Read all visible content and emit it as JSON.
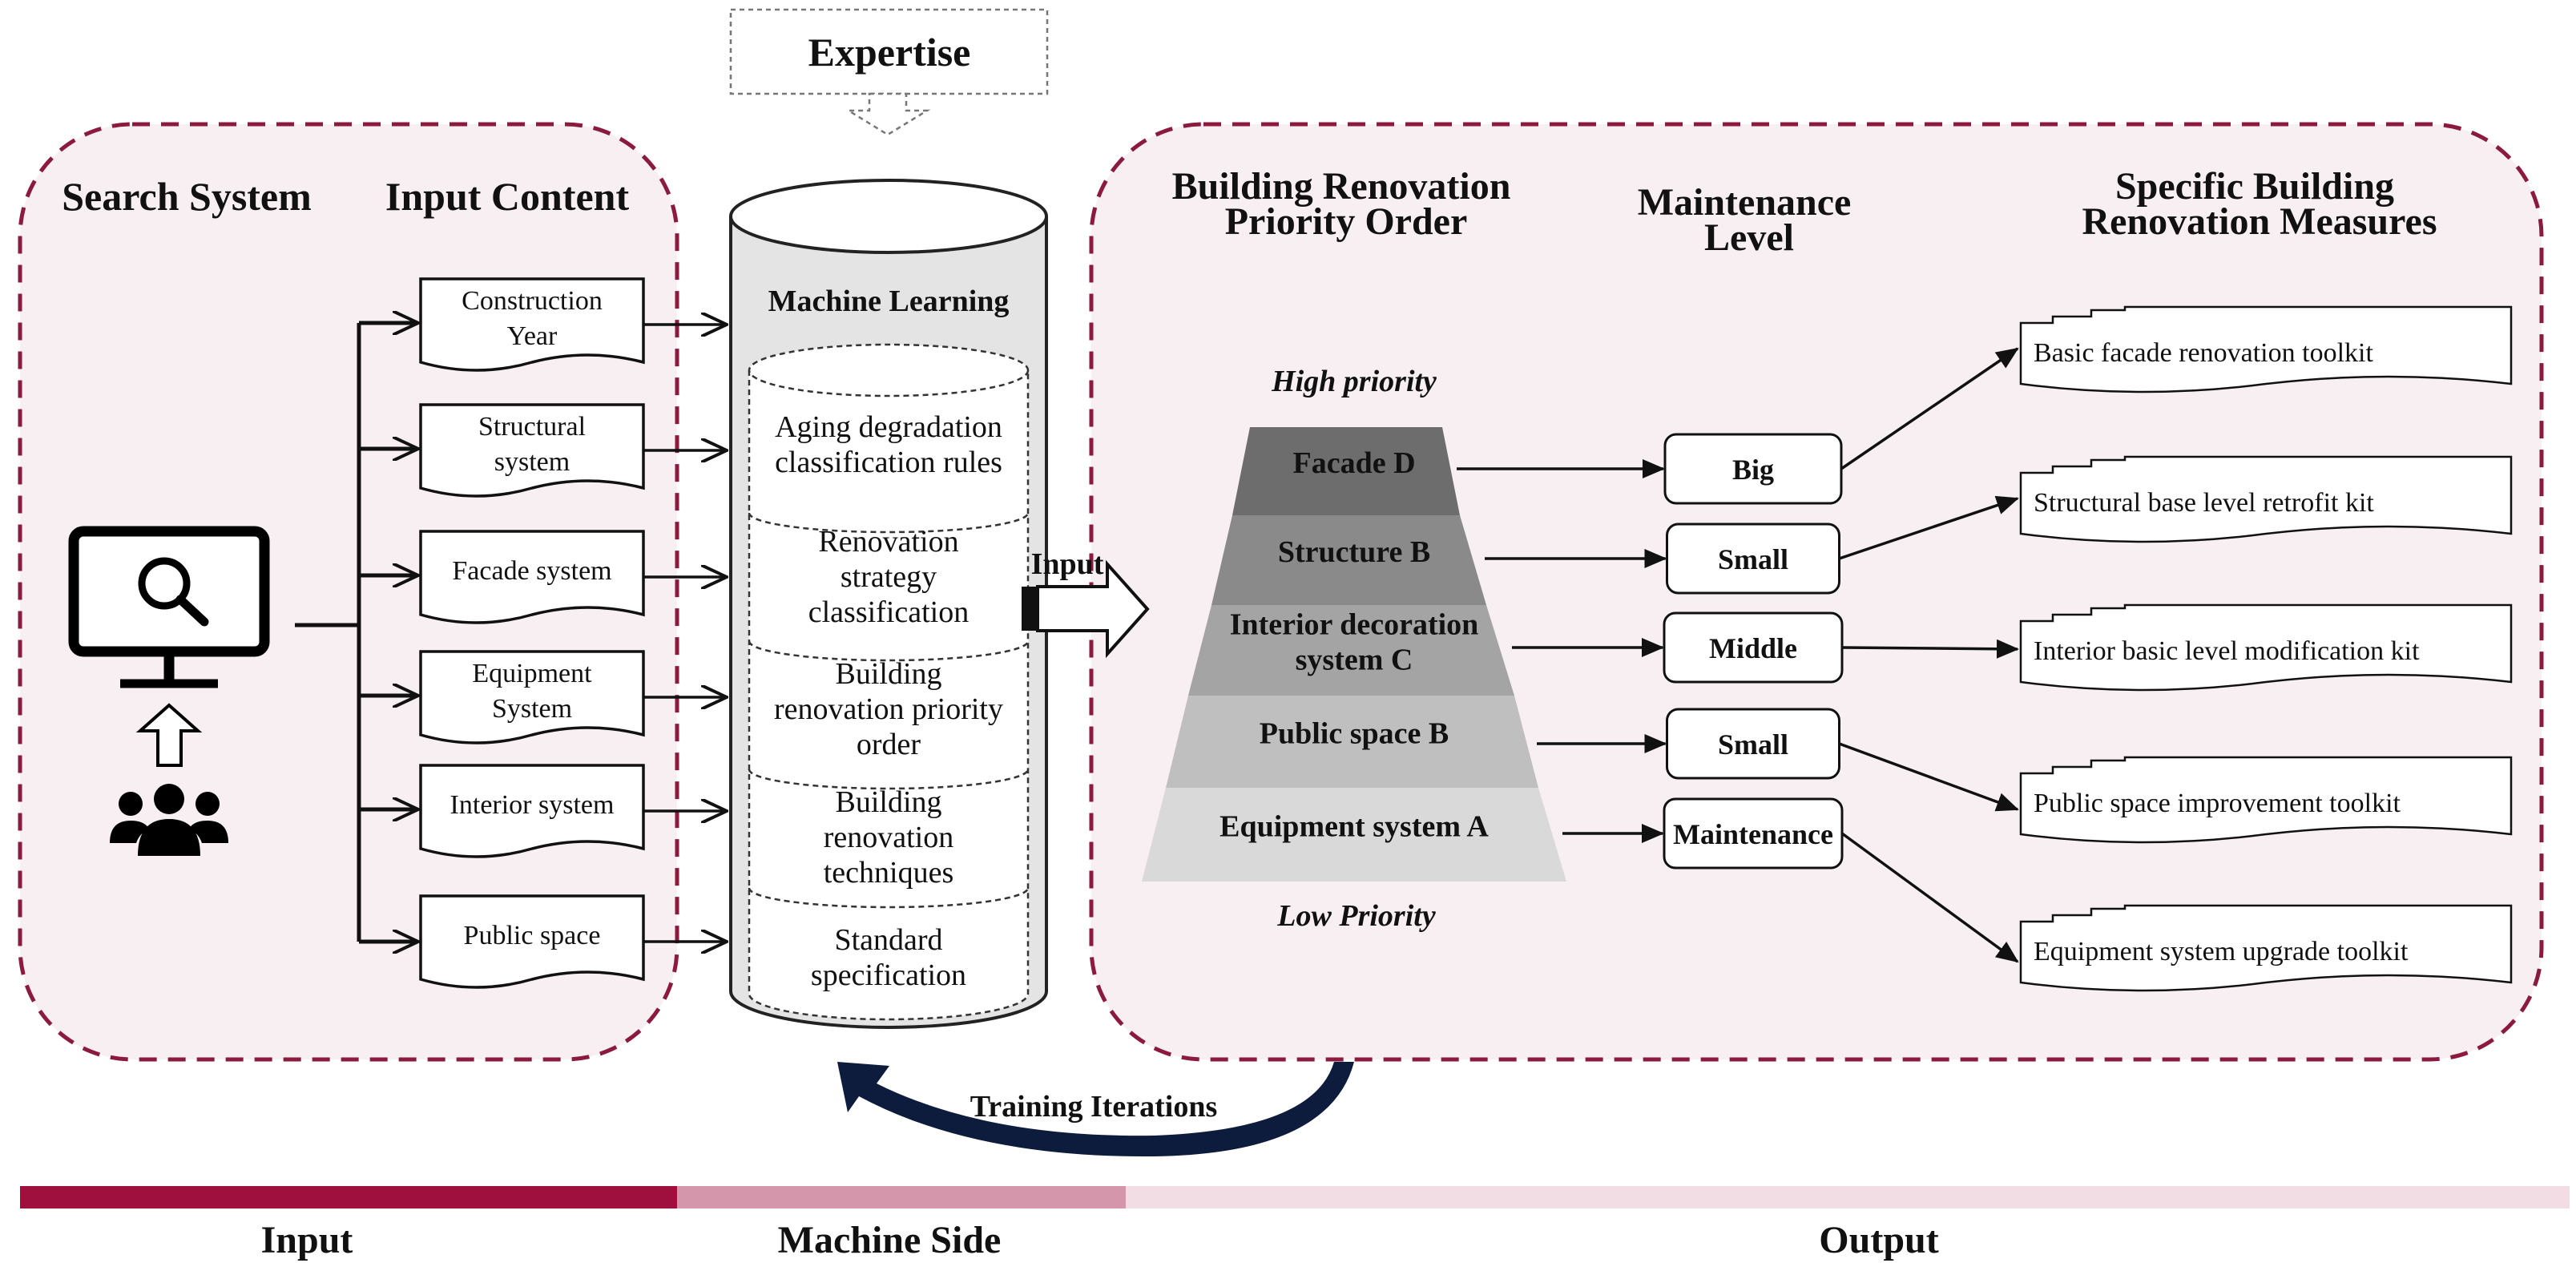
{
  "expertise_label": "Expertise",
  "search_system_title": "Search System",
  "input_content_title": "Input Content",
  "input_items": [
    [
      "Construction",
      "Year"
    ],
    [
      "Structural",
      "system"
    ],
    [
      "Facade system"
    ],
    [
      "Equipment",
      "System"
    ],
    [
      "Interior system"
    ],
    [
      "Public space"
    ]
  ],
  "machine_learning_title": "Machine Learning",
  "ml_layers": [
    [
      "Aging degradation",
      "classification rules"
    ],
    [
      "Renovation",
      "strategy",
      "classification"
    ],
    [
      "Building",
      "renovation priority",
      "order"
    ],
    [
      "Building",
      "renovation",
      "techniques"
    ],
    [
      "Standard",
      "specification"
    ]
  ],
  "input_arrow_label": "Input",
  "priority_title": [
    "Building Renovation",
    "Priority Order"
  ],
  "maintenance_title": [
    "Maintenance",
    "Level"
  ],
  "measures_title": [
    "Specific Building",
    "Renovation Measures"
  ],
  "high_priority": "High priority",
  "low_priority": "Low Priority",
  "pyramid_levels": [
    [
      "Facade D"
    ],
    [
      "Structure B"
    ],
    [
      "Interior decoration",
      "system C"
    ],
    [
      "Public space B"
    ],
    [
      "Equipment system A"
    ]
  ],
  "maintenance_levels": [
    "Big",
    "Small",
    "Middle",
    "Small",
    "Maintenance"
  ],
  "measures": [
    "Basic facade renovation toolkit",
    "Structural base level retrofit kit",
    "Interior basic level modification kit",
    "Public space improvement toolkit",
    "Equipment system upgrade toolkit"
  ],
  "training_label": "Training Iterations",
  "bottom_bar": [
    "Input",
    "Machine Side",
    "Output"
  ],
  "colors": {
    "dashed_border": "#8b1a3e",
    "panel_fill": "#f7eff1",
    "bar_input": "#a0103f",
    "bar_machine": "#d396aa",
    "bar_output": "#f3dde4",
    "pyramid": [
      "#6d6d6d",
      "#8a8a8a",
      "#a4a4a4",
      "#bfbfbf",
      "#d9d9d9"
    ],
    "training_arrow": "#0d1b3d"
  },
  "icons": [
    "monitor-search-icon",
    "up-arrow-icon",
    "users-group-icon"
  ]
}
